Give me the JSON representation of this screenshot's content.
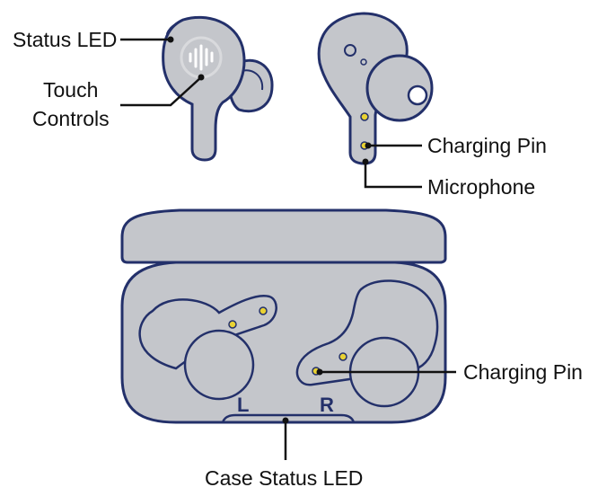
{
  "colors": {
    "body_fill": "#c4c6cb",
    "outline": "#23306a",
    "pin": "#e9d233",
    "ring": "#d9dadd",
    "leader": "#111111",
    "text": "#111111",
    "background": "#ffffff"
  },
  "labels": {
    "status_led": "Status LED",
    "touch_controls_line1": "Touch",
    "touch_controls_line2": "Controls",
    "charging_pin_earbud": "Charging Pin",
    "microphone": "Microphone",
    "charging_pin_case": "Charging Pin",
    "case_status_led": "Case Status LED"
  },
  "case_markings": {
    "left": "L",
    "right": "R"
  },
  "icons": {
    "touch_area": "sound-wave-icon"
  }
}
